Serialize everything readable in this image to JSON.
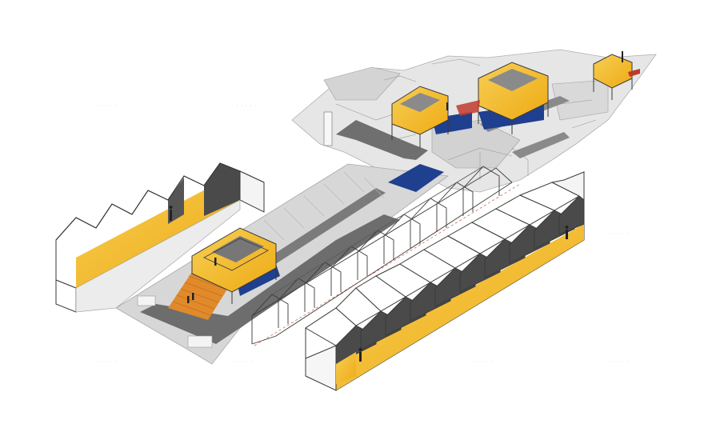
{
  "diagram": {
    "kind": "axonometric-architecture-drawing",
    "palette": {
      "background": "#ffffff",
      "roof_white": "#ffffff",
      "outline": "#3a3a3a",
      "shadow_grey": "#4d4d4d",
      "floor_light": "#dedede",
      "floor_mid": "#c8c8c8",
      "path_dark": "#6f6f6f",
      "accent_yellow": "#f2b31d",
      "accent_yellow_light": "#f6cd53",
      "accent_blue": "#1f3f8f",
      "accent_orange": "#e08a2c",
      "accent_red": "#c0392b"
    },
    "components": [
      "sawtooth-hall-left",
      "sawtooth-hall-front",
      "glass-frame-corridor",
      "central-walkway",
      "amphitheater-pavilion",
      "upper-floor-plan",
      "pavilion-upper-left",
      "pavilion-upper-mid",
      "pavilion-upper-right"
    ],
    "counts": {
      "front_hall_bays": 10,
      "left_hall_bays": 5,
      "glass_frames": 9,
      "pavilions": 4
    }
  }
}
